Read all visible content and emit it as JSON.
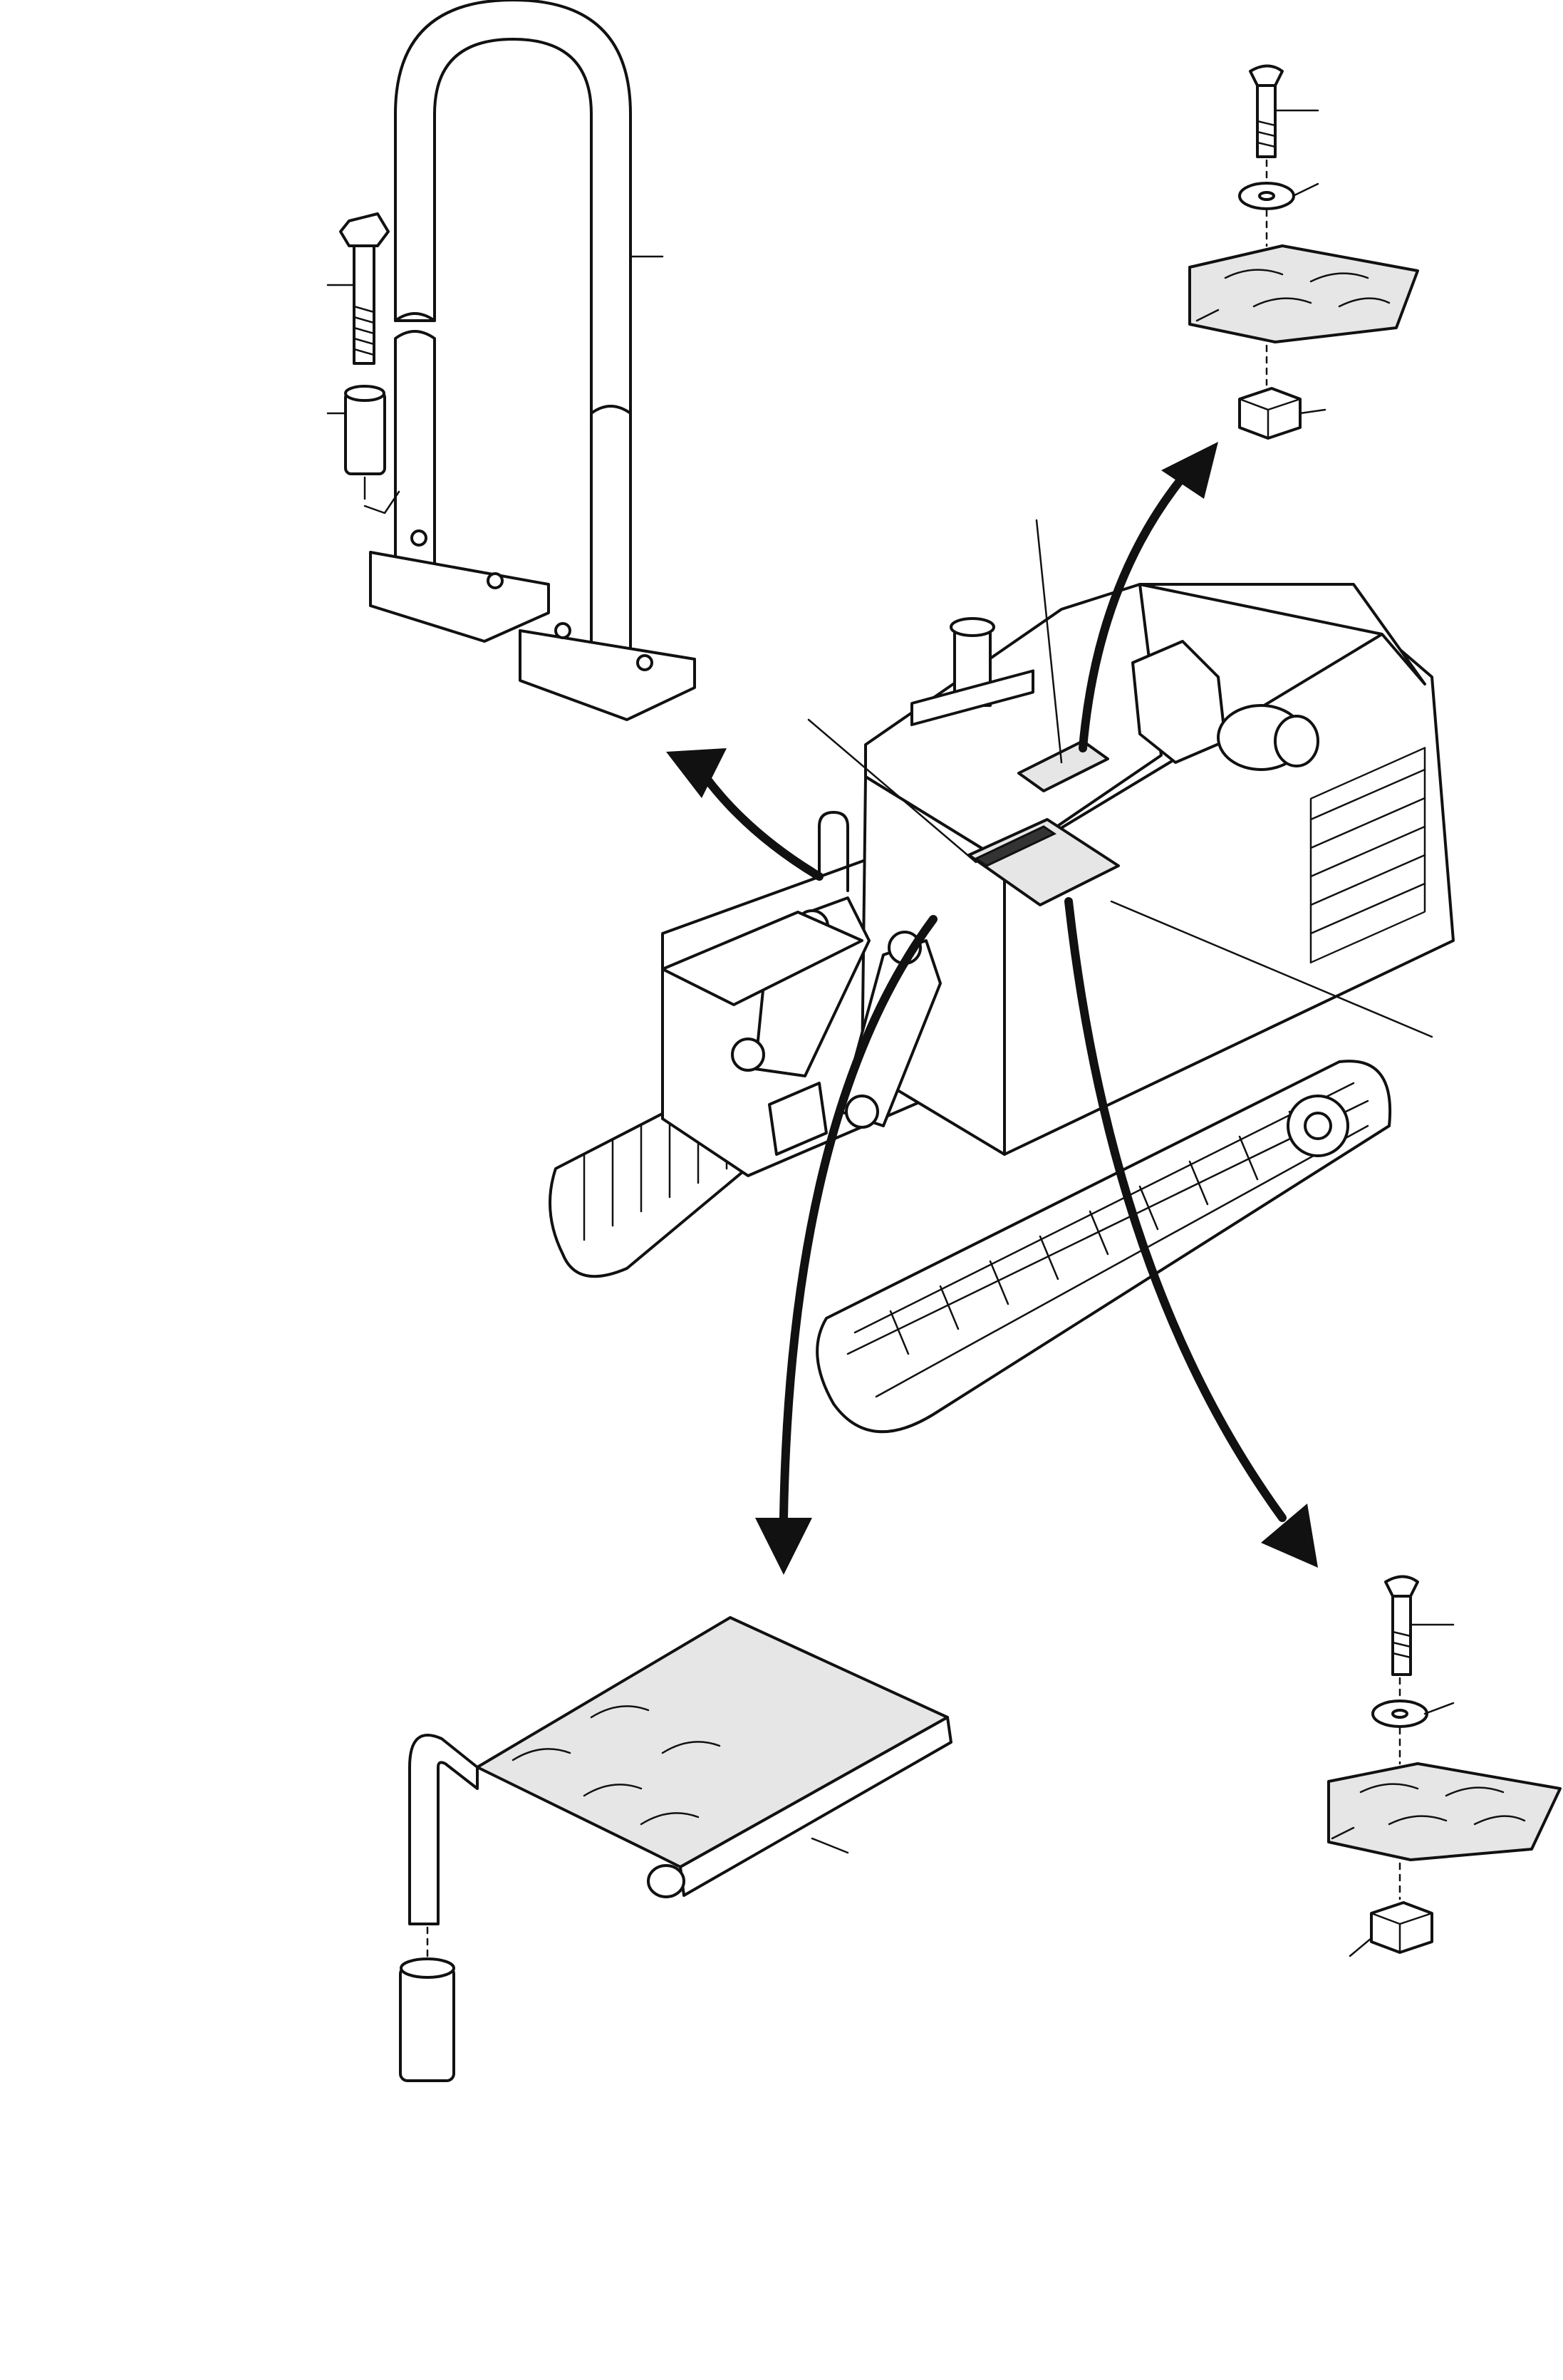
{
  "figure": {
    "type": "exploded-parts-illustration",
    "subject": "tracked machine",
    "callouts": [
      "handrail-assembly",
      "step-bolt-assembly-top",
      "step-plate-with-handle",
      "step-bolt-assembly-right"
    ]
  }
}
